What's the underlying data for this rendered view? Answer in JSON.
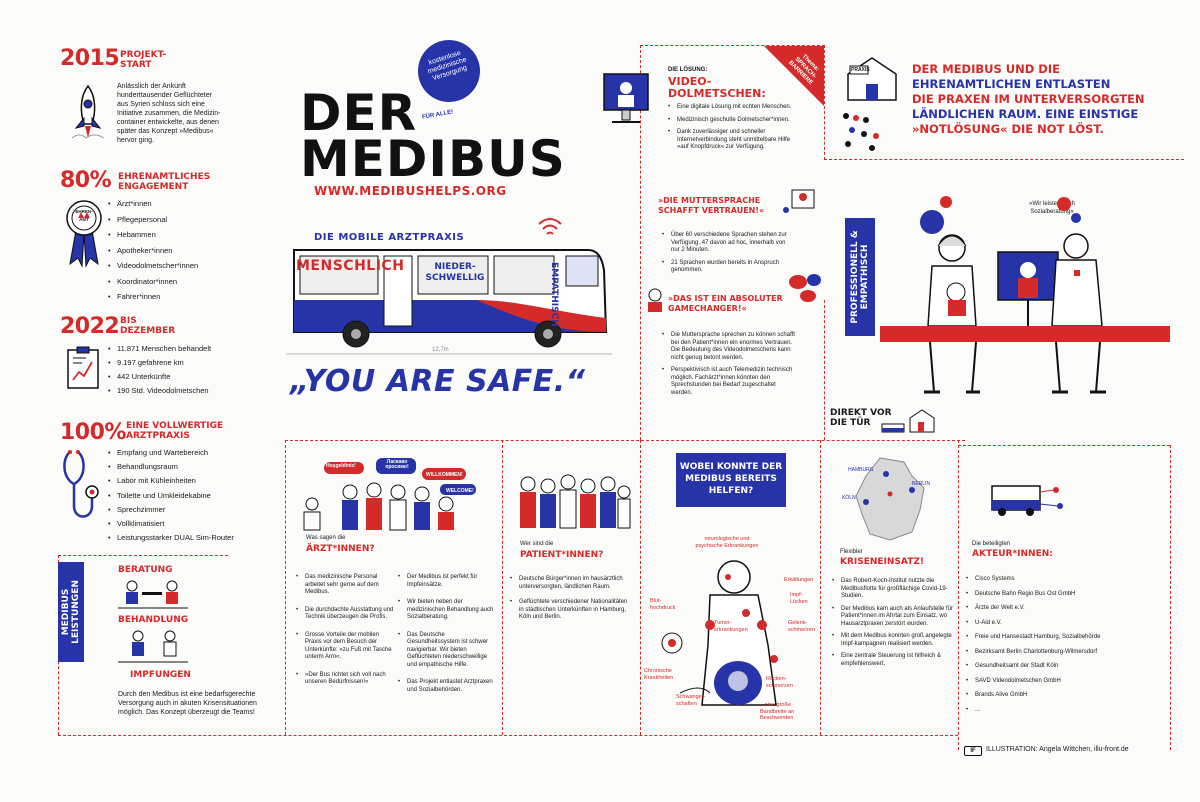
{
  "title": {
    "line1": "DER",
    "line2": "MEDIBUS",
    "url": "WWW.MEDIBUSHELPS.ORG",
    "badge": "kostenlose medizinische Versorgung",
    "badge_small": "FÜR ALLE!"
  },
  "bus": {
    "label": "DIE MOBILE ARZTPRAXIS",
    "side_menschlich": "MENSCHLICH",
    "side_niedrig": "NIEDER-SCHWELLIG",
    "side_empathisch": "EMPATHISCH",
    "length": "12,7m"
  },
  "slogan": "„YOU ARE SAFE.“",
  "stats": [
    {
      "big": "2015",
      "head": "PROJEKT-START",
      "text": "Anlässlich der Ankunft hunderttausender Geflüchteter aus Syrien schloss sich eine Initiative zusammen, die Medizin-container entwickelte, aus denen später das Konzept »Medibus« hervor ging."
    },
    {
      "big": "80%",
      "head": "EHRENAMTLICHES ENGAGEMENT",
      "badge": "EHREN-AMT",
      "items": [
        "Ärzt*innen",
        "Pflegepersonal",
        "Hebammen",
        "Apotheker*innen",
        "Videodolmetscher*innen",
        "Koordinator*innen",
        "Fahrer*innen"
      ]
    },
    {
      "big": "2022",
      "head": "BIS DEZEMBER",
      "items": [
        "11.871 Menschen behandelt",
        "9.197 gefahrene km",
        "442 Unterkünfte",
        "190 Std. Videodolmetschen"
      ]
    },
    {
      "big": "100%",
      "head": "EINE VOLLWERTIGE ARZTPRAXIS",
      "items": [
        "Empfang und Wartebereich",
        "Behandlungsraum",
        "Labor mit Kühleinheiten",
        "Toilette und Umkleidekabine",
        "Sprechzimmer",
        "Vollklimatisiert",
        "Leistungsstarker DUAL Sim-Router"
      ]
    }
  ],
  "leistungen": {
    "tab": "MEDIBUS LEISTUNGEN",
    "beratung": "BERATUNG",
    "behandlung": "BEHANDLUNG",
    "impfungen": "IMPFUNGEN",
    "text": "Durch den Medibus ist eine bedarfsgerechte Versorgung auch in akuten Krisensituationen möglich. Das Konzept überzeugt die Teams!"
  },
  "video": {
    "pre": "DIE LÖSUNG:",
    "head": "VIDEO-DOLMETSCHEN:",
    "items": [
      "Eine digitale Lösung mit echten Menschen.",
      "Medizinisch geschulte Dolmetscher*innen.",
      "Dank zuverlässiger und schneller Internetverbindung steht unmittelbare Hilfe »auf Knopfdruck« zur Verfügung."
    ],
    "corner_tag": "Thema:",
    "corner": "SPRACH-BARRIERE"
  },
  "mutter": {
    "head": "»DIE MUTTERSPRACHE SCHAFFT VERTRAUEN!«",
    "items": [
      "Über 60 verschiedene Sprachen stehen zur Verfügung. 47 davon ad hoc, innerhalb von nur 2 Minuten.",
      "21 Sprachen wurden bereits in Anspruch genommen."
    ]
  },
  "gamechanger": {
    "head": "»DAS IST EIN ABSOLUTER GAMECHANGER!«",
    "items": [
      "Die Muttersprache sprechen zu können schafft bei den Patient*innen ein enormes Vertrauen. Die Bedeutung des Videodolmetschens kann nicht genug betont werden.",
      "Perspektivisch ist auch Telemedizin technisch möglich. Fachärzt*innen könnten den Sprechstunden bei Bedarf zugeschaltet werden."
    ]
  },
  "entlasten": {
    "praxis": "PRAXIS",
    "line1": "DER MEDIBUS UND DIE",
    "line2": "EHRENAMTLICHEN ENTLASTEN",
    "line3": "DIE PRAXEN IM UNTERVERSORGTEN",
    "line4": "LÄNDLICHEN RAUM. EINE EINSTIGE",
    "line5": "»NOTLÖSUNG« DIE NOT LÖST."
  },
  "professionell": {
    "tab": "PROFESSIONELL & EMPATHISCH",
    "quote": "»Wir leisten auch Sozialberatung«"
  },
  "tuer": {
    "line1": "DIREKT VOR",
    "line2": "DIE TÜR"
  },
  "aerzte": {
    "bubbles": [
      "Hoşgeldiniz!",
      "Ласкаво просимо!",
      "WILLKOMMEN!",
      "WELCOME!"
    ],
    "pre": "Was sagen die",
    "head": "ÄRZT*INNEN?",
    "left": [
      "Das medizinische Personal arbeitet sehr gerne auf dem Medibus.",
      "Die durchdachte Ausstattung und Technik überzeugen die Profis.",
      "Grosse Vorteile der mobilen Praxis vor dem Besuch der Unterkünfte: »zu Fuß mit Tasche unterm Arm«.",
      "»Der Bus richtet sich voll nach unseren Bedürfnissen!«"
    ],
    "right": [
      "Der Medibus ist perfekt für Impfeinsätze.",
      "Wir bieten neben der medizinischen Behandlung auch Sozialberatung.",
      "Das Deutsche Gesundheitssystem ist schwer navigierbar. Wir bieten Geflüchteten niederschwellige und empathische Hilfe.",
      "Das Projekt entlastet Arztpraxen und Sozialbehörden."
    ]
  },
  "patienten": {
    "pre": "Wer sind die",
    "head": "PATIENT*INNEN?",
    "items": [
      "Deutsche Bürger*innen im hausärztlich unterversorgten, ländlichen Raum.",
      "Geflüchtete verschiedener Nationalitäten in städtischen Unterkünften in Hamburg, Köln und Berlin."
    ]
  },
  "helfen": {
    "box": "WOBEI KONNTE DER MEDIBUS BEREITS HELFEN?",
    "labels": [
      "neurologische und psychische Erkrankungen",
      "Erkältungen",
      "Impf-Lücken",
      "Gelenk-schmerzen",
      "Blut-hochdruck",
      "Tumor-erkrankungen",
      "Rücken-schmerzen",
      "Chronische Krankheiten",
      "Schwanger-schaften",
      "...eine große Bandbreite an Beschwerden"
    ]
  },
  "krise": {
    "cities": [
      "HAMBURG",
      "BERLIN",
      "KÖLN"
    ],
    "pre": "Flexibler",
    "head": "KRISENEINSATZ!",
    "items": [
      "Das Robert-Koch-Institut nutzte die Medibusflotte für großflächige Covid-19-Studien.",
      "Der Medibus kam auch als Anlaufstelle für Patient*innen im Ahrtal zum Einsatz, wo Hausarztpraxen zerstört wurden.",
      "Mit dem Medibus konnten groß angelegte Impf-kampagnen realisiert werden.",
      "Eine zentrale Steuerung ist hilfreich & empfehlenswert."
    ]
  },
  "akteure": {
    "pre": "Die beteiligten",
    "head": "AKTEUR*INNEN:",
    "items": [
      "Cisco Systems",
      "Deutsche Bahn Regio Bus Ost GmbH",
      "Ärzte der Welt e.V.",
      "U-Aid e.V.",
      "Freie und Hansestadt Hamburg, Sozialbehörde",
      "Bezirksamt Berlin Charlottenburg-Wilmersdorf",
      "Gesundheitsamt der Stadt Köln",
      "SAVD Videodolmetschen GmbH",
      "Brands Alive GmbH",
      "..."
    ]
  },
  "credit": {
    "logo": "IF",
    "text": "ILLUSTRATION: Angela Wittchen, illu-front.de"
  },
  "colors": {
    "red": "#d42a2a",
    "blue": "#2634a8",
    "ink": "#1a1a1a"
  }
}
